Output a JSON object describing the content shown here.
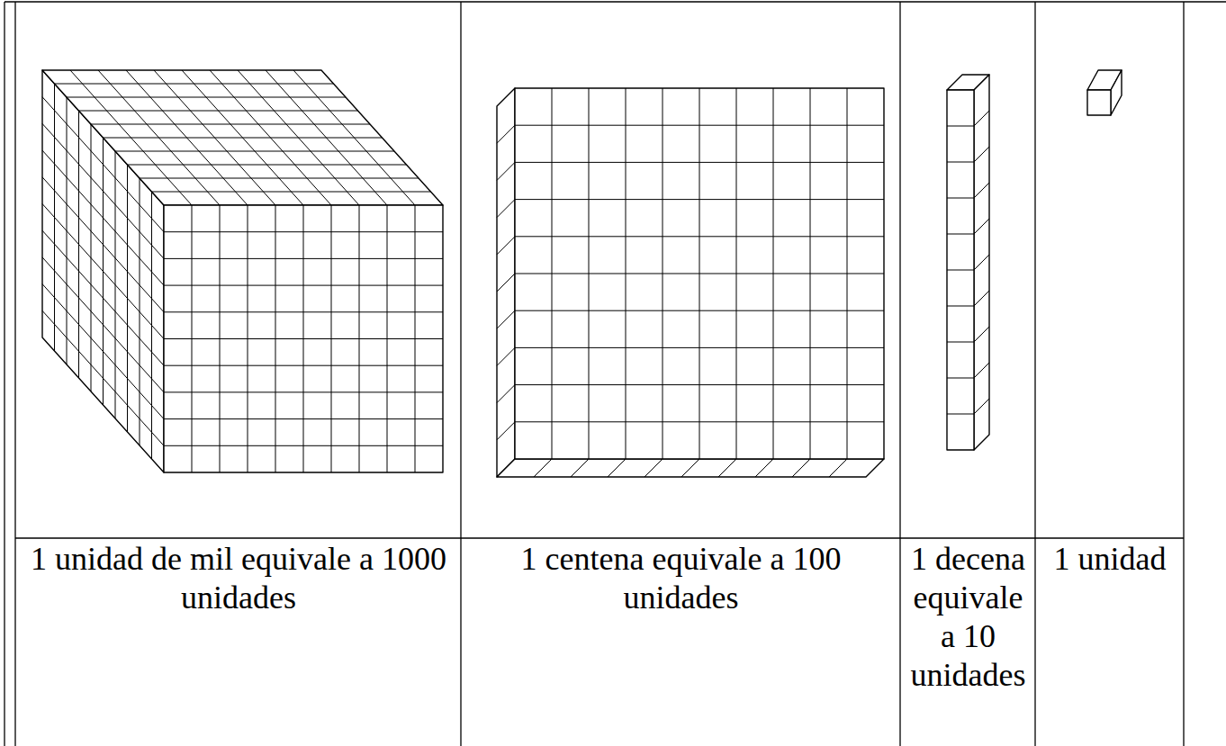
{
  "diagram": {
    "labels": [
      "1 unidad de mil equivale a 1000 unidades",
      "1 centena equivale a 100 unidades",
      "1 decena equivale a 10 unidades",
      "1 unidad"
    ]
  }
}
